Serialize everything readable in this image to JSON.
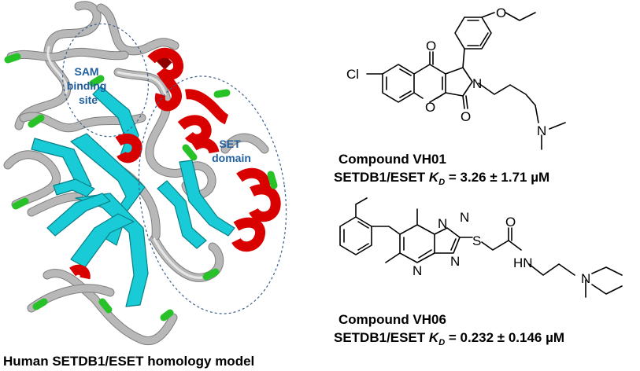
{
  "figure": {
    "protein_model": {
      "caption": "Human SETDB1/ESET homology model",
      "regions": [
        {
          "id": "sam",
          "lines": [
            "SAM",
            "binding",
            "site"
          ]
        },
        {
          "id": "set",
          "lines": [
            "SET",
            "domain"
          ]
        }
      ],
      "colors": {
        "coil": "#b8b8b8",
        "strand": "#18cbd6",
        "helix": "#d90000",
        "turn": "#27c227",
        "annotation": "#1f5f9f"
      }
    },
    "compounds": [
      {
        "name": "Compound VH01",
        "kd_prefix": "SETDB1/ESET ",
        "kd_symbol": "K",
        "kd_subscript": "D",
        "kd_value": " = 3.26 ± 1.71 µM",
        "atoms": {
          "cl": "Cl",
          "o_ketone": "O",
          "o_ring": "O",
          "o_lactam": "O",
          "n_ring": "N",
          "n_amine": "N",
          "o_ether": "O"
        }
      },
      {
        "name": "Compound VH06",
        "kd_prefix": "SETDB1/ESET ",
        "kd_symbol": "K",
        "kd_subscript": "D",
        "kd_value": " = 0.232 ± 0.146 µM",
        "atoms": {
          "n1": "N",
          "n2": "N",
          "n3": "N",
          "n4": "N",
          "s": "S",
          "o": "O",
          "hn": "HN",
          "n_amine": "N"
        }
      }
    ]
  }
}
